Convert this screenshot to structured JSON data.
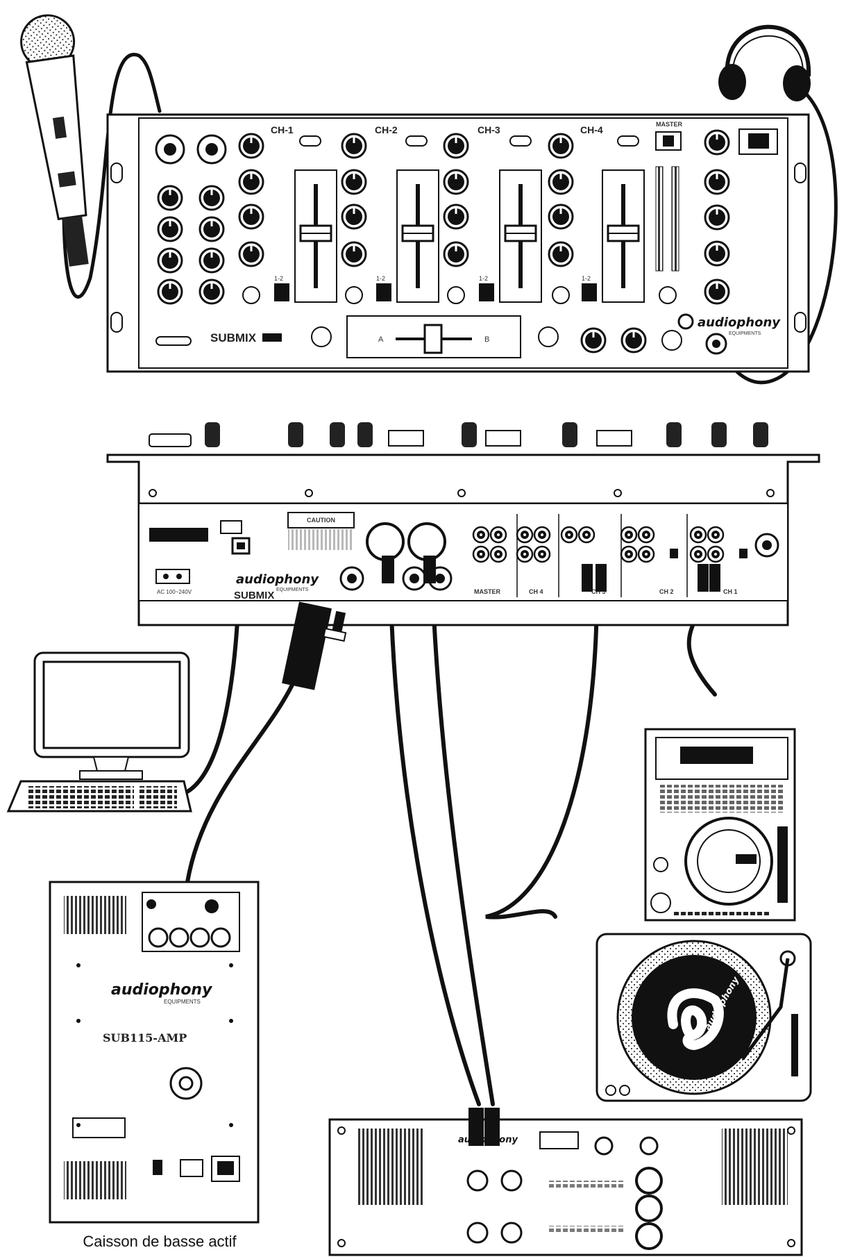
{
  "mixer_front": {
    "channels": [
      {
        "label": "CH-1",
        "switch": "1-2"
      },
      {
        "label": "CH-2",
        "switch": "1-2"
      },
      {
        "label": "CH-3",
        "switch": "1-2"
      },
      {
        "label": "CH-4",
        "switch": "1-2"
      }
    ],
    "model": "SUBMIX",
    "brand": "audiophony",
    "brand_sub": "EQUIPMENTS",
    "master_label": "MASTER",
    "crossfader_a": "A",
    "crossfader_b": "B"
  },
  "mixer_rear": {
    "caution": "CAUTION",
    "brand": "audiophony",
    "brand_sub": "EQUIPMENTS",
    "model": "SUBMIX",
    "section_labels": [
      "MASTER",
      "CH 4",
      "CH 3",
      "CH 2",
      "CH 1"
    ],
    "power_label": "AC 100~240V"
  },
  "subwoofer": {
    "brand": "audiophony",
    "brand_sub": "EQUIPMENTS",
    "model": "SUB115-AMP",
    "caption": "Caisson de basse actif"
  },
  "turntable": {
    "brand": "audiophony"
  },
  "amplifier": {
    "brand": "audiophony"
  }
}
